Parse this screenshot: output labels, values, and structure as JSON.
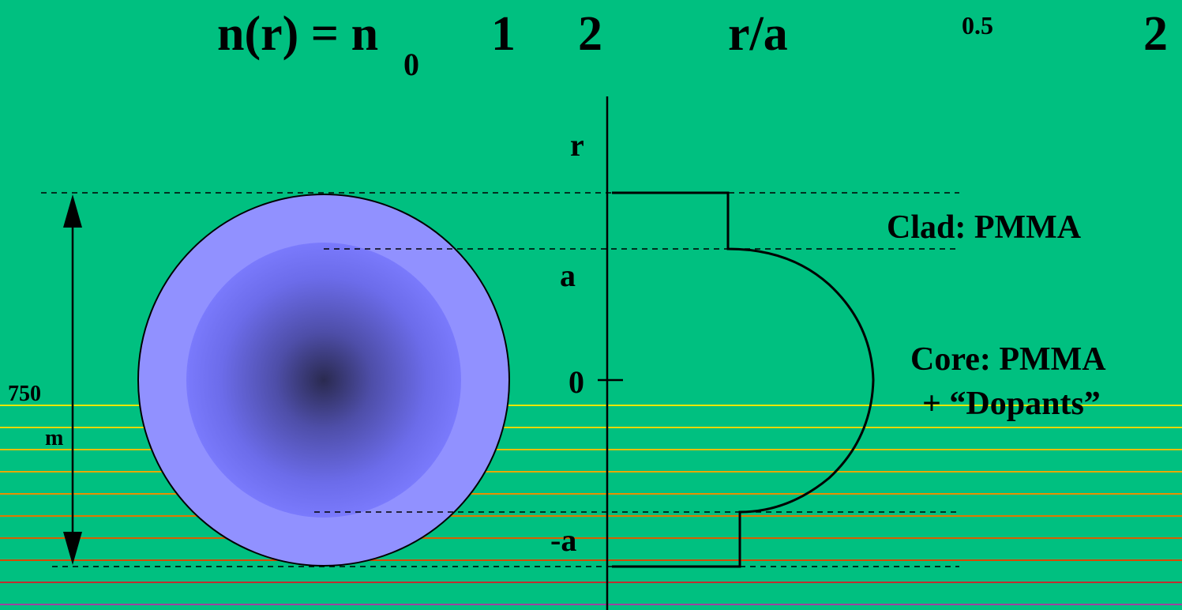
{
  "formula": {
    "lhs": "n(r) = n",
    "n_sub": "0",
    "t1": "1",
    "t2": "2",
    "t3": "r/a",
    "exp": "0.5",
    "t4": "2"
  },
  "axis": {
    "r_label": "r",
    "a_label": "a",
    "zero_label": "0",
    "neg_a_label": "-a"
  },
  "materials": {
    "clad": "Clad: PMMA",
    "core_line1": "Core: PMMA",
    "core_line2": "+ “Dopants”"
  },
  "dimension": {
    "value": "750",
    "unit": "m"
  },
  "colors": {
    "background": "#00c080",
    "clad_fill": "#9191ff",
    "core_edge": "#7a7afc",
    "core_center": "#2a2a50"
  }
}
